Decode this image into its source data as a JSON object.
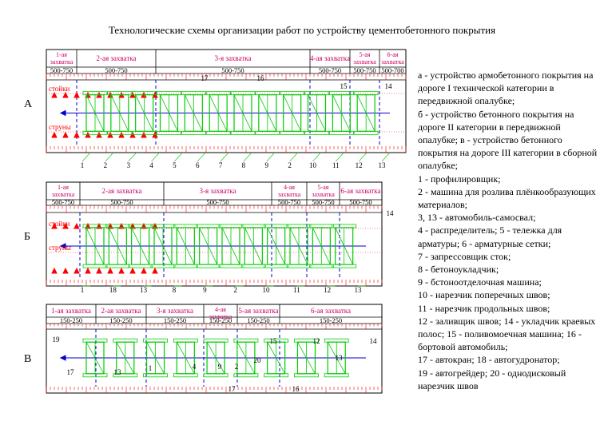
{
  "title": "Технологические схемы организации работ по устройству цементобетонного покрытия",
  "sections": [
    {
      "label": "А",
      "zones": [
        {
          "name": "1-ая захватка",
          "len": "500-750"
        },
        {
          "name": "2-ая захватка",
          "len": "500-750"
        },
        {
          "name": "3-я захватка",
          "len": "500-750"
        },
        {
          "name": "4-ая захватка",
          "len": "500-750"
        },
        {
          "name": "5-ая захватка",
          "len": "500-750"
        },
        {
          "name": "6-ая захватка",
          "len": "500-700"
        }
      ],
      "side_labels": [
        "стойки",
        "струны"
      ],
      "nums_bottom": [
        "1",
        "2",
        "3",
        "4",
        "5",
        "6",
        "7",
        "8",
        "9",
        "2",
        "10",
        "11",
        "12",
        "13"
      ],
      "nums_top": [
        "17",
        "16",
        "15",
        "14"
      ]
    },
    {
      "label": "Б",
      "zones": [
        {
          "name": "1-ая захватка",
          "len": "500-750"
        },
        {
          "name": "2-ая захватка",
          "len": "500-750"
        },
        {
          "name": "3-я захватка",
          "len": "500-750"
        },
        {
          "name": "4-ая захватка",
          "len": "500-750"
        },
        {
          "name": "5-ая захватка",
          "len": "500-750"
        },
        {
          "name": "6-ая захватка",
          "len": "500-750"
        }
      ],
      "side_labels": [
        "стойки",
        "струны"
      ],
      "nums_bottom": [
        "1",
        "18",
        "13",
        "8",
        "9",
        "2",
        "10",
        "11",
        "12",
        "13"
      ],
      "nums_top": [
        "14"
      ]
    },
    {
      "label": "В",
      "zones": [
        {
          "name": "1-ая захватка",
          "len": "150-250"
        },
        {
          "name": "2-ая захватка",
          "len": "150-250"
        },
        {
          "name": "3-я захватка",
          "len": "150-250"
        },
        {
          "name": "4-ая захватка",
          "len": "150-250"
        },
        {
          "name": "5-ая захватка",
          "len": "150-250"
        },
        {
          "name": "6-ая захватка",
          "len": "150-250"
        }
      ],
      "nums": [
        "19",
        "17",
        "13",
        "1",
        "4",
        "9",
        "2",
        "15",
        "20",
        "12",
        "14",
        "13",
        "17",
        "16"
      ]
    }
  ],
  "legend": [
    "а - устройство армобетонного покрытия на дороге I технической категории в передвижной опалубке;",
    "б - устройство бетонного покрытия на дороге II категории в передвижной опалубке; в - устройство бетонного покрытия на дороге III категории в сборной опалубке;",
    "1 - профилировщик;",
    "2 - машина для розлива плёнкообразующих материалов;",
    "3, 13 - автомобиль-самосвал;",
    "4 - распределитель; 5 - тележка для арматуры; 6 - арматурные сетки;",
    "7 - запрессовщик сток;",
    "8 - бетоноукладчик;",
    "9 - бстоноотделочная машина;",
    "10 - нарезчик поперечных швов;",
    "11 - нарезчик продольных швов;",
    "12 - заливщик швов; 14 - укладчик краевых полос; 15 - поливомоечная машина; 16 - бортовой автомобиль;",
    "17 - автокран; 18 - автогудронатор;",
    "19 - автогрейдер; 20 - однодисковый нарезчик швов"
  ],
  "colors": {
    "zone_text": "#cc0066",
    "machine": "#00cc00",
    "frame": "#0000cc",
    "marker": "#ff0000"
  }
}
